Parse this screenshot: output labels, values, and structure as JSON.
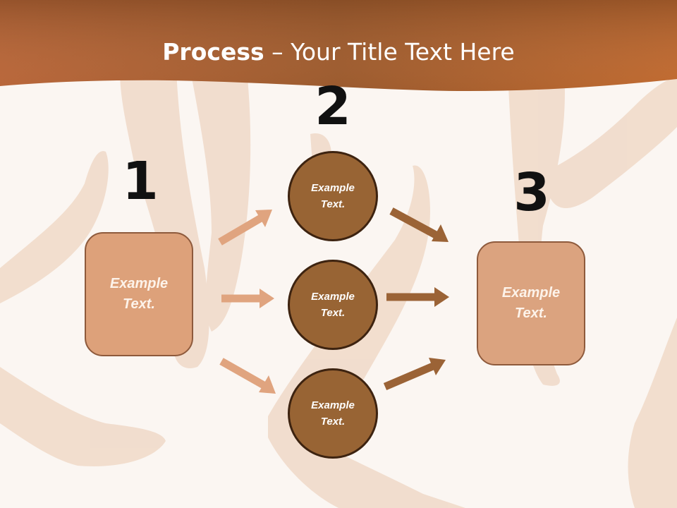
{
  "title": {
    "bold": "Process",
    "rest": " – Your Title Text Here"
  },
  "steps": [
    {
      "number": "1",
      "text_line1": "Example",
      "text_line2": "Text."
    },
    {
      "number": "2"
    },
    {
      "number": "3",
      "text_line1": "Example",
      "text_line2": "Text."
    }
  ],
  "circles": [
    {
      "text_line1": "Example",
      "text_line2": "Text."
    },
    {
      "text_line1": "Example",
      "text_line2": "Text."
    },
    {
      "text_line1": "Example",
      "text_line2": "Text."
    }
  ],
  "colors": {
    "header_dark": "#8a4e24",
    "header_light": "#c7784a",
    "box_fill": "#dda17a",
    "circle_fill": "#986434",
    "arrow_light": "#e0a47f",
    "arrow_dark": "#9b6336"
  }
}
